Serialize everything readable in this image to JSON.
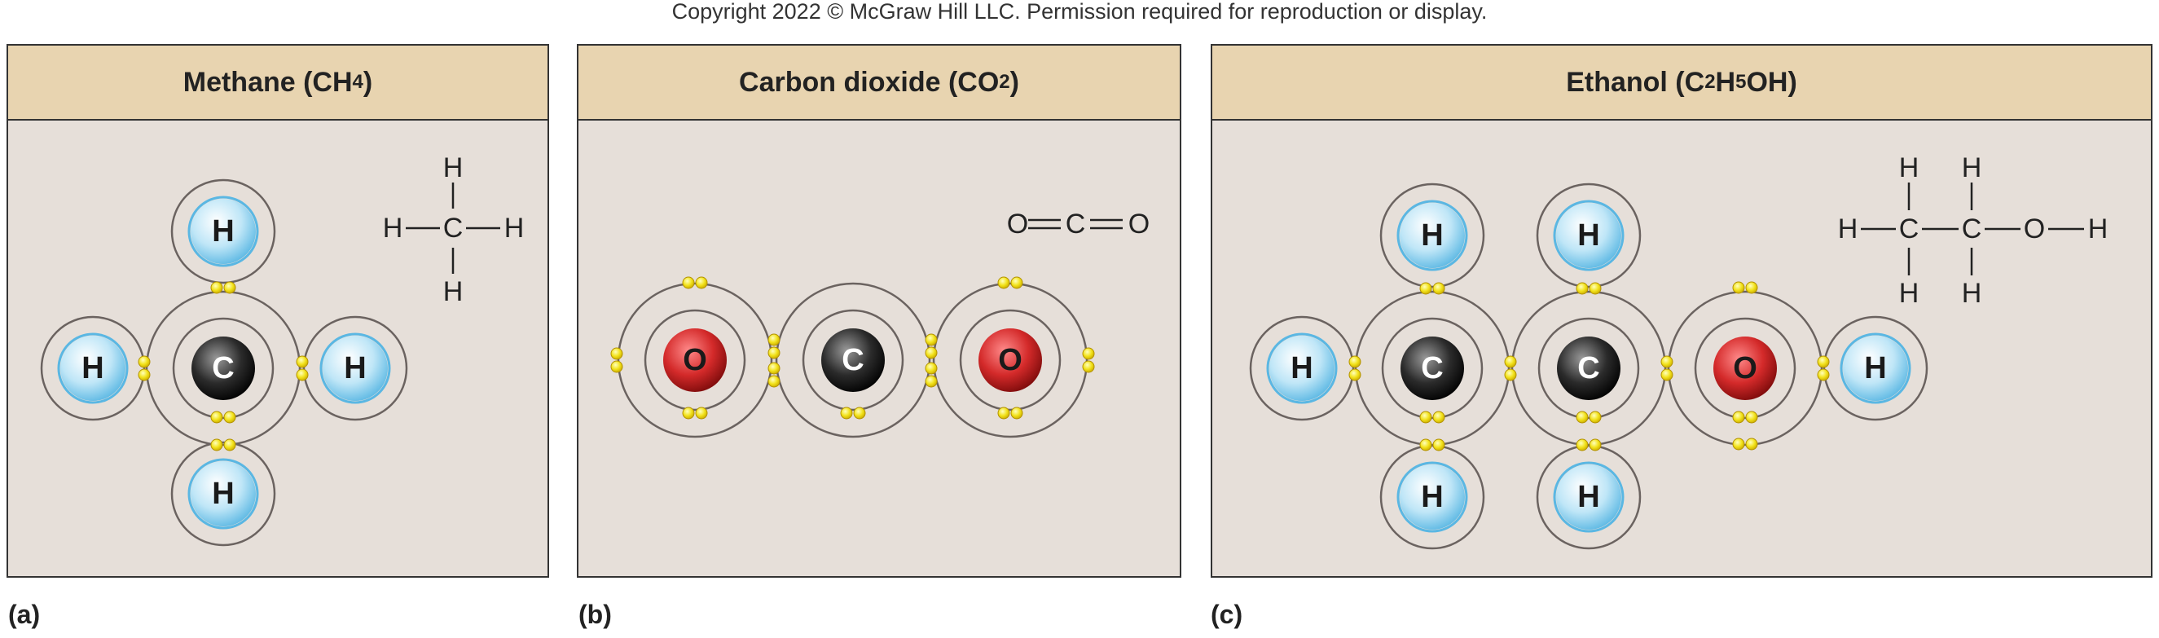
{
  "copyright": "Copyright 2022 © McGraw Hill LLC. Permission required for reproduction or display.",
  "colors": {
    "panel_bg": "#e6dfd9",
    "header_bg": "#e8d4b0",
    "hydrogen": "#bfe6f7",
    "carbon": "#2b2b2b",
    "oxygen": "#d42a2a",
    "electron": "#f2e21a",
    "shell": "#6b6360"
  },
  "icons": {
    "atom": "atom-icon",
    "electron": "electron-pair-icon"
  },
  "panels": [
    {
      "letter": "(a)",
      "title": {
        "pre": "Methane (CH",
        "sub1": "4",
        "mid1": ")",
        "sub2": "",
        "post": ""
      },
      "atoms": [
        "H",
        "H",
        "C",
        "H",
        "H"
      ],
      "formula": [
        "H",
        "H",
        "C",
        "H",
        "H"
      ]
    },
    {
      "letter": "(b)",
      "title": {
        "pre": "Carbon dioxide (CO",
        "sub1": "2",
        "mid1": ")",
        "sub2": "",
        "post": ""
      },
      "atoms": [
        "O",
        "C",
        "O"
      ],
      "formula": [
        "O",
        "C",
        "O"
      ]
    },
    {
      "letter": "(c)",
      "title": {
        "pre": "Ethanol (C",
        "sub1": "2",
        "mid1": "H",
        "sub2": "5",
        "post": "OH)"
      },
      "atoms": [
        "H",
        "H",
        "H",
        "C",
        "C",
        "O",
        "H",
        "H",
        "H"
      ],
      "formula": [
        "H",
        "H",
        "H",
        "C",
        "C",
        "O",
        "H",
        "H",
        "H"
      ]
    }
  ]
}
